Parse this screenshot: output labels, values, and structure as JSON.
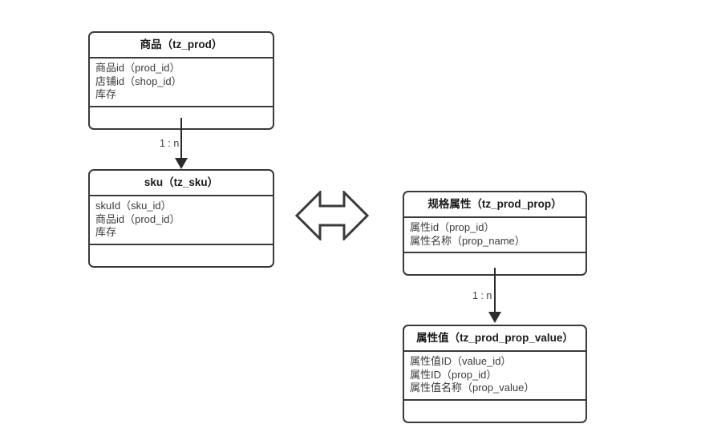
{
  "diagram": {
    "type": "entity-relationship-diagram",
    "background_color": "#ffffff",
    "line_color": "#2b2b2b",
    "text_color": "#3c3c3c",
    "entities": [
      {
        "id": "tz_prod",
        "header": "商品（tz_prod）",
        "attributes": [
          "商品id（prod_id）",
          "店铺id（shop_id）",
          "库存"
        ]
      },
      {
        "id": "tz_sku",
        "header": "sku（tz_sku）",
        "attributes": [
          "skuId（sku_id）",
          "商品id（prod_id）",
          "库存"
        ]
      },
      {
        "id": "tz_prod_prop",
        "header": "规格属性（tz_prod_prop）",
        "attributes": [
          "属性id（prop_id）",
          "属性名称（prop_name）"
        ]
      },
      {
        "id": "tz_prod_prop_value",
        "header": "属性值（tz_prod_prop_value）",
        "attributes": [
          "属性值ID（value_id）",
          "属性ID（prop_id）",
          "属性值名称（prop_value）"
        ]
      }
    ],
    "connectors": [
      {
        "id": "prod-to-sku",
        "from": "tz_prod",
        "to": "tz_sku",
        "label": "1 : n",
        "style": "solid-arrow-down"
      },
      {
        "id": "prop-to-prop-value",
        "from": "tz_prod_prop",
        "to": "tz_prod_prop_value",
        "label": "1 : n",
        "style": "solid-arrow-down"
      }
    ],
    "symbols": [
      {
        "id": "double-headed-arrow",
        "name": "bidirectional-relation-arrow",
        "between": [
          "tz_sku",
          "tz_prod_prop"
        ]
      }
    ]
  }
}
